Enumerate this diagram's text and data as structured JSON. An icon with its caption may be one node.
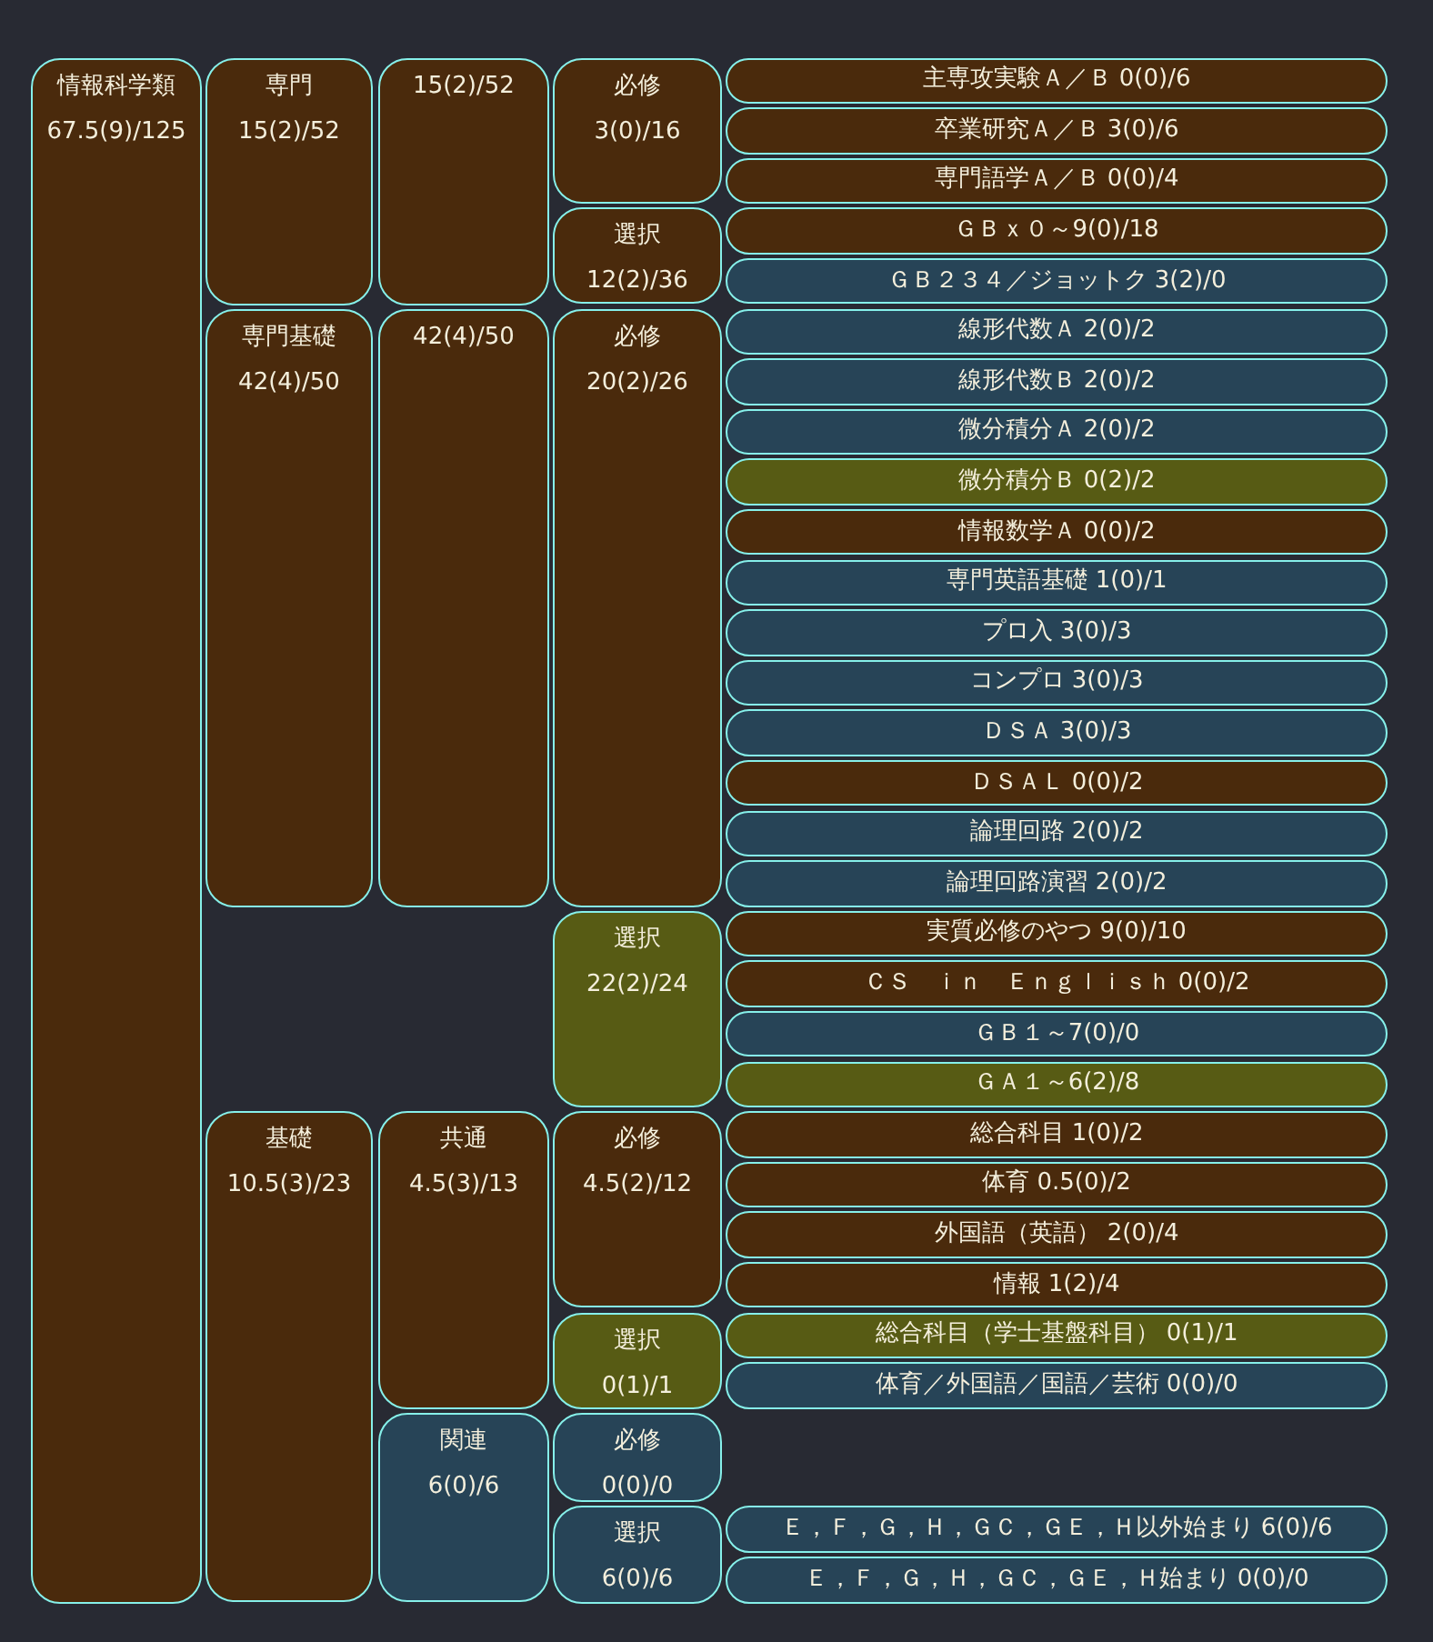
{
  "diagram": {
    "nodes": [
      {
        "text": [
          "情報科学類",
          "67.5(9)/125"
        ]
      },
      {
        "text": [
          "専門",
          "15(2)/52"
        ]
      },
      {
        "text": [
          "15(2)/52"
        ]
      },
      {
        "text": [
          "必修",
          "3(0)/16"
        ]
      },
      {
        "text": [
          "主専攻実験Ａ／Ｂ 0(0)/6"
        ]
      },
      {
        "text": [
          "卒業研究Ａ／Ｂ 3(0)/6"
        ]
      },
      {
        "text": [
          "専門語学Ａ／Ｂ 0(0)/4"
        ]
      },
      {
        "text": [
          "選択",
          "12(2)/36"
        ]
      },
      {
        "text": [
          "ＧＢｘ０～9(0)/18"
        ]
      },
      {
        "text": [
          "ＧＢ２３４／ジョットク 3(2)/0"
        ]
      },
      {
        "text": [
          "専門基礎",
          "42(4)/50"
        ]
      },
      {
        "text": [
          "42(4)/50"
        ]
      },
      {
        "text": [
          "必修",
          "20(2)/26"
        ]
      },
      {
        "text": [
          "線形代数Ａ 2(0)/2"
        ]
      },
      {
        "text": [
          "線形代数Ｂ 2(0)/2"
        ]
      },
      {
        "text": [
          "微分積分Ａ 2(0)/2"
        ]
      },
      {
        "text": [
          "微分積分Ｂ 0(2)/2"
        ]
      },
      {
        "text": [
          "情報数学Ａ 0(0)/2"
        ]
      },
      {
        "text": [
          "専門英語基礎 1(0)/1"
        ]
      },
      {
        "text": [
          "プロ入 3(0)/3"
        ]
      },
      {
        "text": [
          "コンプロ 3(0)/3"
        ]
      },
      {
        "text": [
          "ＤＳＡ 3(0)/3"
        ]
      },
      {
        "text": [
          "ＤＳＡＬ 0(0)/2"
        ]
      },
      {
        "text": [
          "論理回路 2(0)/2"
        ]
      },
      {
        "text": [
          "論理回路演習 2(0)/2"
        ]
      },
      {
        "text": [
          "選択",
          "22(2)/24"
        ]
      },
      {
        "text": [
          "実質必修のやつ 9(0)/10"
        ]
      },
      {
        "text": [
          "ＣＳ　ｉｎ　Ｅｎｇｌｉｓｈ 0(0)/2"
        ]
      },
      {
        "text": [
          "ＧＢ１～7(0)/0"
        ]
      },
      {
        "text": [
          "ＧＡ１～6(2)/8"
        ]
      },
      {
        "text": [
          "基礎",
          "10.5(3)/23"
        ]
      },
      {
        "text": [
          "共通",
          "4.5(3)/13"
        ]
      },
      {
        "text": [
          "必修",
          "4.5(2)/12"
        ]
      },
      {
        "text": [
          "総合科目 1(0)/2"
        ]
      },
      {
        "text": [
          "体育 0.5(0)/2"
        ]
      },
      {
        "text": [
          "外国語（英語） 2(0)/4"
        ]
      },
      {
        "text": [
          "情報 1(2)/4"
        ]
      },
      {
        "text": [
          "選択",
          "0(1)/1"
        ]
      },
      {
        "text": [
          "総合科目（学士基盤科目） 0(1)/1"
        ]
      },
      {
        "text": [
          "体育／外国語／国語／芸術 0(0)/0"
        ]
      },
      {
        "text": [
          "関連",
          "6(0)/6"
        ]
      },
      {
        "text": [
          "必修",
          "0(0)/0"
        ]
      },
      {
        "text": [
          "選択",
          "6(0)/6"
        ]
      },
      {
        "text": [
          "Ｅ，Ｆ，Ｇ，Ｈ，ＧＣ，ＧＥ，Ｈ以外始まり 6(0)/6"
        ]
      },
      {
        "text": [
          "Ｅ，Ｆ，Ｇ，Ｈ，ＧＣ，ＧＥ，Ｈ始まり 0(0)/0"
        ]
      }
    ]
  }
}
